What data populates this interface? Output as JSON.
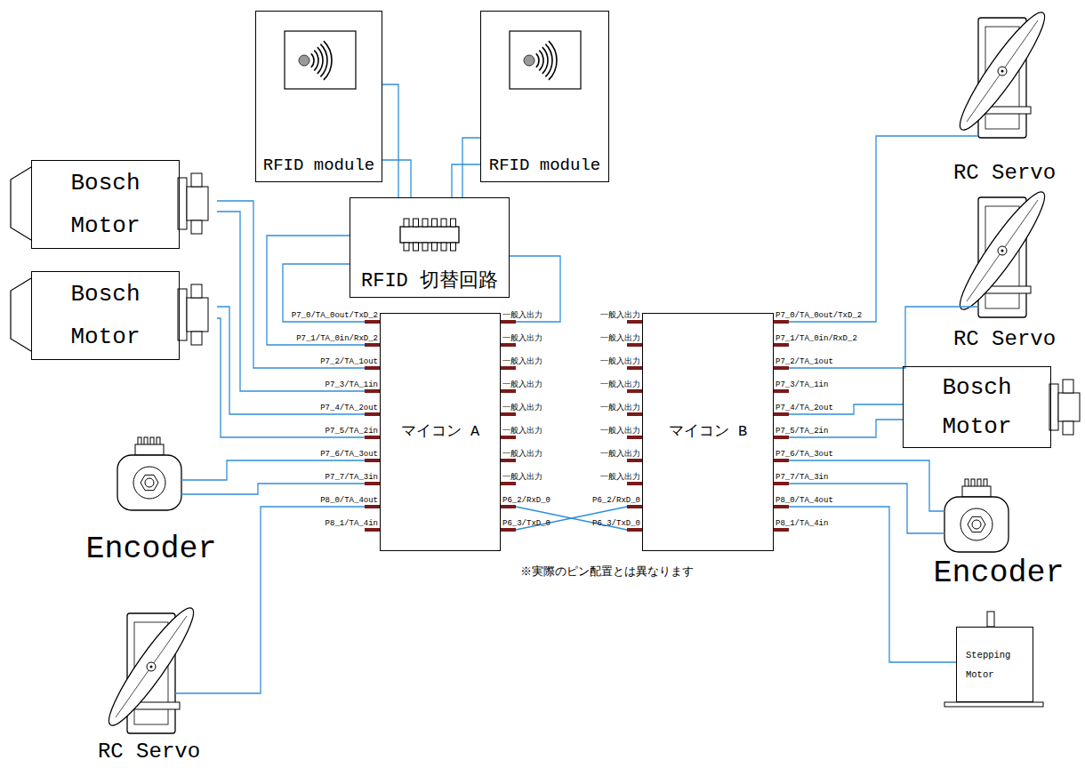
{
  "diagram": {
    "nodes": [
      {
        "text": [
          "RFID module"
        ]
      },
      {
        "text": [
          "RFID module"
        ]
      },
      {
        "text": [
          "RFID 切替回路"
        ]
      },
      {
        "text": [
          "Bosch Motor"
        ]
      },
      {
        "text": [
          "Bosch Motor"
        ]
      },
      {
        "text": [
          "マイコン A"
        ]
      },
      {
        "text": [
          "マイコン B"
        ]
      },
      {
        "text": [
          "RC Servo"
        ]
      },
      {
        "text": [
          "RC Servo"
        ]
      },
      {
        "text": [
          "Bosch Motor"
        ]
      },
      {
        "text": [
          "Encoder"
        ]
      },
      {
        "text": [
          "Encoder"
        ]
      },
      {
        "text": [
          "RC Servo"
        ]
      },
      {
        "text": [
          "Stepping Motor"
        ]
      }
    ],
    "edges": [
      {
        "from": 0,
        "to": 2,
        "arrow": "none"
      },
      {
        "from": 0,
        "to": 2,
        "arrow": "none"
      },
      {
        "from": 1,
        "to": 2,
        "arrow": "none"
      },
      {
        "from": 1,
        "to": 2,
        "arrow": "none"
      },
      {
        "from": 2,
        "to": 5,
        "arrow": "none"
      },
      {
        "from": 2,
        "to": 5,
        "arrow": "none"
      },
      {
        "from": 2,
        "to": 5,
        "arrow": "none"
      },
      {
        "from": 3,
        "to": 5,
        "arrow": "none"
      },
      {
        "from": 3,
        "to": 5,
        "arrow": "none"
      },
      {
        "from": 4,
        "to": 5,
        "arrow": "none"
      },
      {
        "from": 4,
        "to": 5,
        "arrow": "none"
      },
      {
        "from": 10,
        "to": 5,
        "arrow": "none"
      },
      {
        "from": 10,
        "to": 5,
        "arrow": "none"
      },
      {
        "from": 12,
        "to": 5,
        "arrow": "none"
      },
      {
        "from": 5,
        "to": 6,
        "arrow": "none"
      },
      {
        "from": 5,
        "to": 6,
        "arrow": "none"
      },
      {
        "from": 6,
        "to": 7,
        "arrow": "none"
      },
      {
        "from": 6,
        "to": 8,
        "arrow": "none"
      },
      {
        "from": 6,
        "to": 9,
        "arrow": "none"
      },
      {
        "from": 6,
        "to": 9,
        "arrow": "none"
      },
      {
        "from": 6,
        "to": 11,
        "arrow": "none"
      },
      {
        "from": 6,
        "to": 11,
        "arrow": "none"
      },
      {
        "from": 6,
        "to": 13,
        "arrow": "none"
      }
    ],
    "labels": [
      "P7_0/TA_0out/TxD_2",
      "P7_1/TA_0in/RxD_2",
      "P7_2/TA_1out",
      "P7_3/TA_1in",
      "P7_4/TA_2out",
      "P7_5/TA_2in",
      "P7_6/TA_3out",
      "P7_7/TA_3in",
      "P8_0/TA_4out",
      "P8_1/TA_4in",
      "一般入出力",
      "一般入出力",
      "一般入出力",
      "一般入出力",
      "一般入出力",
      "一般入出力",
      "一般入出力",
      "一般入出力",
      "P6_2/RxD_0",
      "P6_3/TxD_0",
      "一般入出力",
      "一般入出力",
      "一般入出力",
      "一般入出力",
      "一般入出力",
      "一般入出力",
      "一般入出力",
      "一般入出力",
      "P6_2/RxD_0",
      "P6_3/TxD_0",
      "P7_0/TA_0out/TxD_2",
      "P7_1/TA_0in/RxD_2",
      "P7_2/TA_1out",
      "P7_3/TA_1in",
      "P7_4/TA_2out",
      "P7_5/TA_2in",
      "P7_6/TA_3out",
      "P7_7/TA_3in",
      "P8_0/TA_4out",
      "P8_1/TA_4in",
      "※実際のピン配置とは異なります"
    ]
  }
}
